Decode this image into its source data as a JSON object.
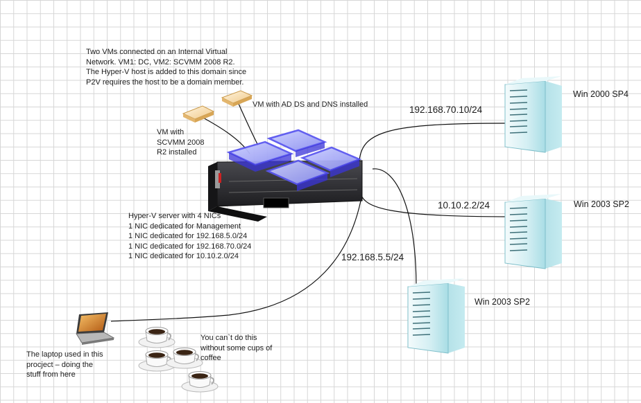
{
  "notes": {
    "internal_network": [
      "Two VMs connected on an Internal Virtual",
      "Network. VM1: DC, VM2: SCVMM 2008 R2.",
      "The Hyper-V host is added to this domain since",
      "P2V requires the host to be a domain member."
    ],
    "vm_ad": "VM with AD DS and DNS installed",
    "vm_scvmm": [
      "VM with",
      "SCVMM 2008",
      "R2 installed"
    ],
    "hyperv_server": [
      "Hyper-V server with 4 NICs",
      "1 NIC dedicated for Management",
      "1 NIC dedicated for 192.168.5.0/24",
      "1 NIC dedicated for 192.168.70.0/24",
      "1 NIC dedicated for 10.10.2.0/24"
    ],
    "laptop": [
      "The laptop used in this",
      "procject – doing the",
      "stuff from here"
    ],
    "coffee": [
      "You can`t do this",
      "without some cups of",
      "coffee"
    ]
  },
  "links": {
    "net_70": "192.168.70.10/24",
    "net_10": "10.10.2.2/24",
    "net_5": "192.168.5.5/24"
  },
  "servers": {
    "top": "Win 2000 SP4",
    "middle": "Win 2003 SP2",
    "bottom": "Win 2003 SP2"
  },
  "colors": {
    "grid": "#d6d6d6",
    "server_cyan": "#bfe9ee",
    "vm_glow": "#6f6cf5",
    "rack_dark": "#2a2a2e",
    "laptop_screen": "#d98a2b"
  }
}
